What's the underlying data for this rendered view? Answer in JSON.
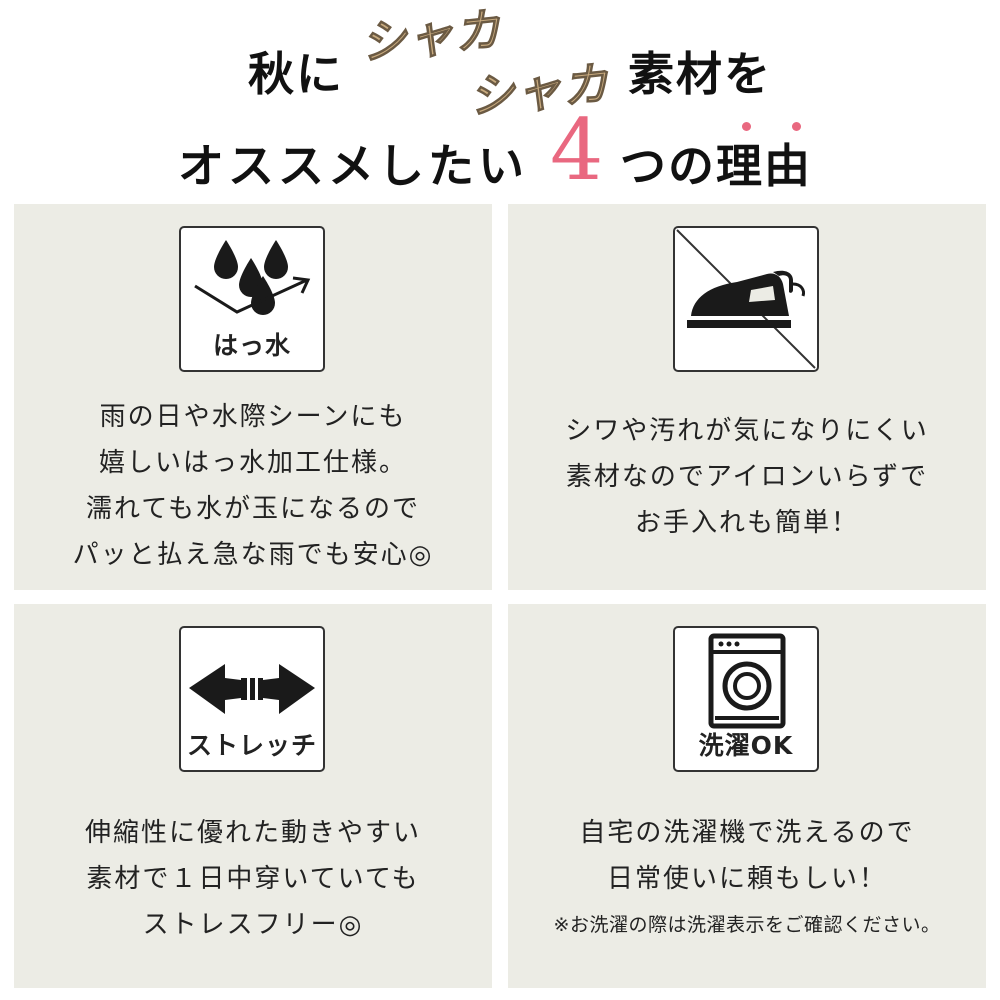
{
  "headline": {
    "line1_prefix": "秋に",
    "shaka1": "シャカ",
    "shaka2": "シャカ",
    "line1_suffix": "素材を",
    "line2_prefix": "オススメしたい",
    "number": "4",
    "line2_suffix": "つの理由",
    "accent_color": "#e96880",
    "shaka_color": "#c9ab7f"
  },
  "panel_background": "#ecece5",
  "reasons": [
    {
      "icon": "water-repellent-icon",
      "icon_label": "はっ水",
      "lines": [
        "雨の日や水際シーンにも",
        "嬉しいはっ水加工仕様。",
        "濡れても水が玉になるので",
        "パッと払え急な雨でも安心◎"
      ]
    },
    {
      "icon": "no-iron-icon",
      "icon_label": "",
      "lines": [
        "シワや汚れが気になりにくい",
        "素材なのでアイロンいらずで",
        "お手入れも簡単！"
      ]
    },
    {
      "icon": "stretch-icon",
      "icon_label": "ストレッチ",
      "lines": [
        "伸縮性に優れた動きやすい",
        "素材で１日中穿いていても",
        "ストレスフリー◎"
      ]
    },
    {
      "icon": "washing-machine-icon",
      "icon_label": "洗濯OK",
      "lines": [
        "自宅の洗濯機で洗えるので",
        "日常使いに頼もしい！"
      ],
      "note": "※お洗濯の際は洗濯表示をご確認ください。"
    }
  ]
}
